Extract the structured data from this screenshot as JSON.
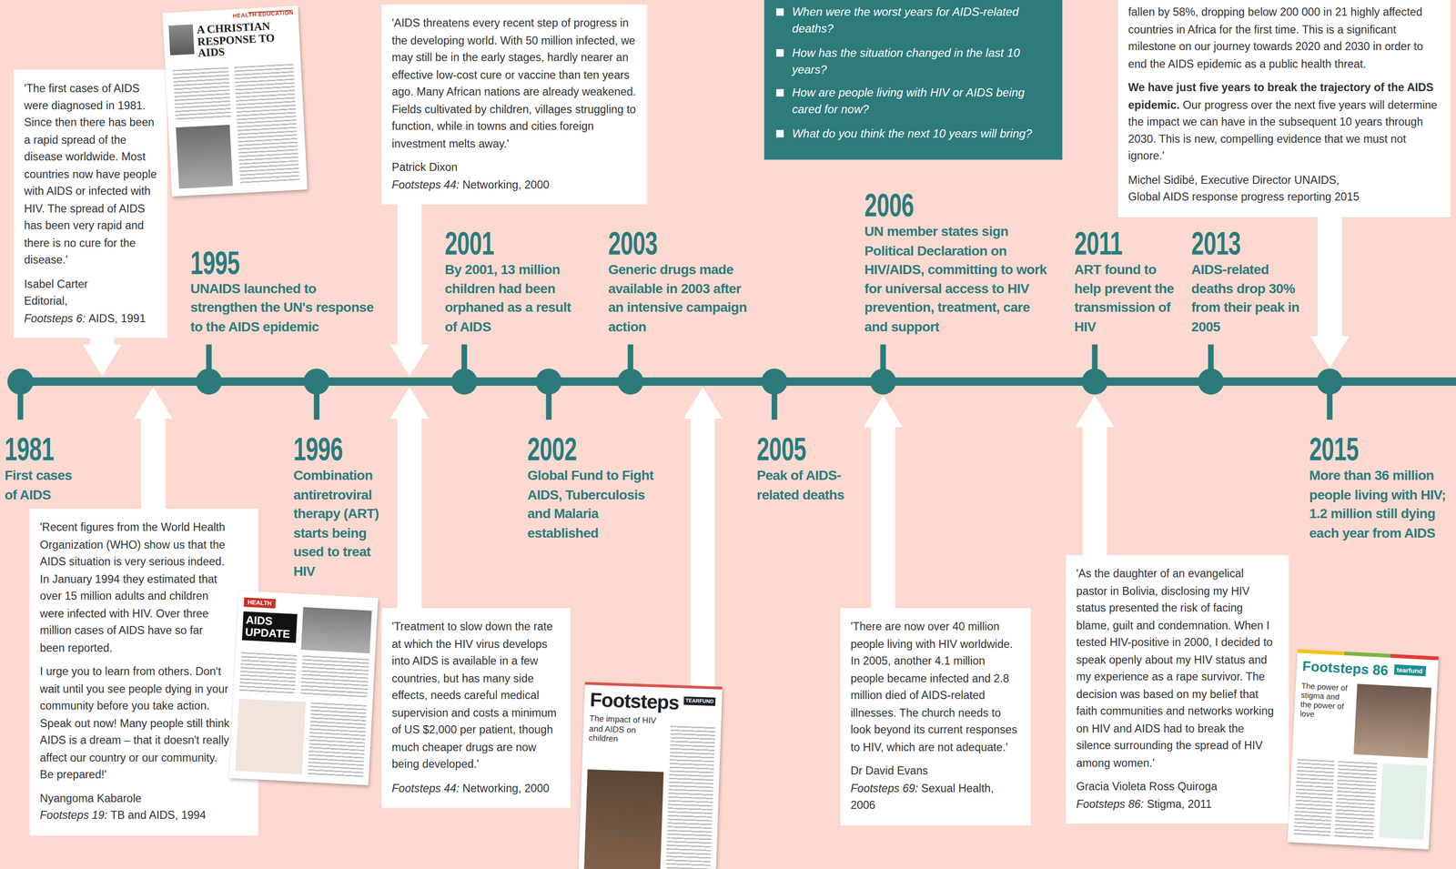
{
  "diagram": {
    "nodes": [
      {
        "text": [
          "'The first cases of AIDS were diagnosed in 1981. Since then there has been a rapid spread of the disease worldwide. Most countries now have people with AIDS or infected with HIV. The spread of AIDS has been very rapid and there is no cure for the disease.'",
          "Isabel Carter",
          "Editorial,",
          "Footsteps 6:",
          "AIDS, 1991"
        ]
      },
      {
        "text": [
          "HEALTH EDUCATION",
          "A CHRISTIAN RESPONSE TO AIDS"
        ]
      },
      {
        "text": [
          "'Recent figures from the World Health Organization (WHO) show us that the AIDS situation is very serious indeed. In January 1994 they estimated that over 15 million adults and children were infected with HIV. Over three million cases of AIDS have so far been reported.",
          "I urge you to learn from others. Don't wait until you see people dying in your community before you take action. Speak out now! Many people still think AIDS is a dream – that it doesn't really affect our country or our community. Be prepared!'",
          "Nyangoma Kabarole",
          "Footsteps 19:",
          "TB and AIDS, 1994"
        ]
      },
      {
        "text": [
          "HEALTH",
          "AIDS UPDATE"
        ]
      },
      {
        "text": [
          "'AIDS threatens every recent step of progress in the developing world. With 50 million infected, we may still be in the early stages, hardly nearer an effective low-cost cure or vaccine than ten years ago. Many African nations are already weakened. Fields cultivated by children, villages struggling to function, while in towns and cities foreign investment melts away.'",
          "Patrick Dixon",
          "Footsteps 44:",
          "Networking, 2000"
        ]
      },
      {
        "text": [
          "'Treatment to slow down the rate at which the HIV virus develops into AIDS is available in a few countries, but has many side effects, needs careful medical supervision and costs a minimum of US $2,000 per patient, though much cheaper drugs are now being developed.'",
          "Footsteps 44:",
          "Networking, 2000"
        ]
      },
      {
        "text": [
          "Footsteps",
          "TEARFUND",
          "The impact of HIV and AIDS on children"
        ]
      },
      {
        "text": [
          "When were the worst years for AIDS-related deaths?",
          "How has the situation changed in the last 10 years?",
          "How are people living with HIV or AIDS being cared for now?",
          "What do you think the next 10 years will bring?"
        ]
      },
      {
        "text": [
          "'There are now over 40 million people living with HIV worldwide. In 2005, another 4.1 million people became infected and 2.8 million died of AIDS-related illnesses. The church needs to look beyond its current responses to HIV, which are not adequate.'",
          "Dr David Evans",
          "Footsteps 69:",
          "Sexual Health, 2006"
        ]
      },
      {
        "text": [
          "'As the daughter of an evangelical pastor in Bolivia, disclosing my HIV status presented the risk of facing blame, guilt and condemnation. When I tested HIV-positive in 2000, I decided to speak openly about my HIV status and my experience as a rape survivor. The decision was based on my belief that faith communities and networks working on HIV and AIDS had to break the silence surrounding the spread of HIV among women.'",
          "Gracia Violeta Ross Quiroga",
          "Footsteps 86:",
          "Stigma, 2011"
        ]
      },
      {
        "text": [
          "Footsteps 86",
          "tearfund",
          "The power of stigma and the power of love"
        ]
      },
      {
        "text": [
          "fallen by 58%, dropping below 200 000 in 21 highly affected countries in Africa for the first time. This is a significant milestone on our journey towards 2020 and 2030 in order to end the AIDS epidemic as a public health threat.",
          "We have just five years to break the trajectory of the AIDS epidemic.",
          "Our progress over the next five years will determine the impact we can have in the subsequent 10 years through 2030. This is new, compelling evidence that we must not ignore.'",
          "Michel Sidibé, Executive Director UNAIDS,",
          "Global AIDS response progress reporting 2015"
        ]
      }
    ],
    "labels": [
      "1981",
      "First cases of AIDS",
      "1995",
      "UNAIDS launched to strengthen the UN's response to the AIDS epidemic",
      "1996",
      "Combination antiretroviral therapy (ART) starts being used to treat HIV",
      "2001",
      "By 2001, 13 million children had been orphaned as a result of AIDS",
      "2002",
      "Global Fund to Fight AIDS, Tuberculosis and Malaria established",
      "2003",
      "Generic drugs made available in 2003 after an intensive campaign action",
      "2005",
      "Peak of AIDS-related deaths",
      "2006",
      "UN member states sign Political Declaration on HIV/AIDS, committing to work for universal access to HIV prevention, treatment, care and support",
      "2011",
      "ART found to help prevent the transmission of HIV",
      "2013",
      "AIDS-related deaths drop 30% from their peak in 2005",
      "2015",
      "More than 36 million people living with HIV; 1.2 million still dying each year from AIDS"
    ]
  }
}
